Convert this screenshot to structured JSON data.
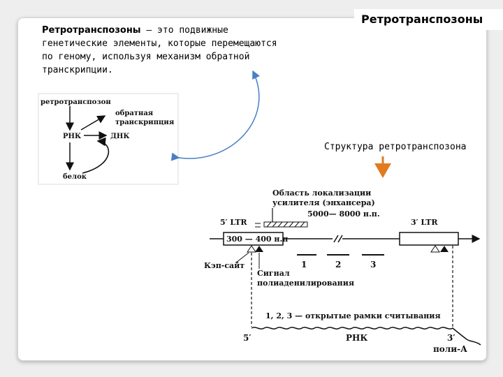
{
  "slide": {
    "title": "Ретротранспозоны",
    "definition_term": "Ретротранспозоны",
    "definition_rest": " – это подвижные генетические элементы, которые перемещаются по геному, используя механизм  обратной  транскрипции.",
    "subtitle": "Структура  ретротранспозона"
  },
  "scheme": {
    "retrotransposon": "ретротранспозон",
    "rt_line1": "обратная",
    "rt_line2": "транскрипция",
    "rna": "РНК",
    "dna": "ДНК",
    "protein": "белок"
  },
  "structure": {
    "enhancer_line1": "Область локализации",
    "enhancer_line2": "усилителя (энхансера)",
    "enhancer_size": "5000— 8000 н.п.",
    "ltr5": "5′ LTR",
    "ltr3": "3′ LTR",
    "ltr_size": "300 — 400 н.п",
    "orf_labels": [
      "1",
      "2",
      "3"
    ],
    "cap_site": "Кэп-сайт",
    "signal_line1": "Сигнал",
    "signal_line2": "полиаденилирования",
    "orf_caption": "1, 2, 3 — открытые рамки считывания",
    "rna_5": "5′",
    "rna_label": "РНК",
    "rna_3": "3′",
    "poly_a": "поли-А"
  },
  "colors": {
    "connector_arrow": "#4a7ec4",
    "pointer_arrow": "#e07b20"
  }
}
